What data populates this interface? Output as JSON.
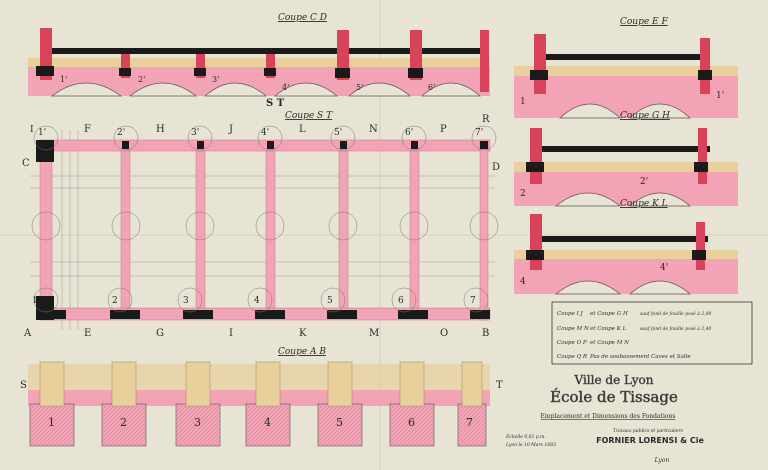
{
  "colors": {
    "paper": "#e8e4d4",
    "pink": "#f2a3b5",
    "red": "#d9435a",
    "black": "#1a1a1a",
    "ochre": "#e9cf9c",
    "line": "#555555"
  },
  "sections": {
    "cd": "Coupe  C D",
    "ef": "Coupe  E F",
    "gh": "Coupe  G H",
    "kl": "Coupe  K L",
    "st": "Coupe  S T",
    "ab": "Coupe  A B"
  },
  "axis_letters_top": [
    "F",
    "H",
    "J",
    "L",
    "N",
    "P",
    "R"
  ],
  "axis_letters_bottom": [
    "A",
    "E",
    "G",
    "I",
    "K",
    "M",
    "O",
    "B"
  ],
  "axis_side": {
    "c": "C",
    "d": "D",
    "s": "S",
    "t": "T",
    "i": "I"
  },
  "grid_primes": [
    "1'",
    "2'",
    "3'",
    "4'",
    "5'",
    "6'",
    "7'"
  ],
  "grid_numbers": [
    "1",
    "2",
    "3",
    "4",
    "5",
    "6",
    "7"
  ],
  "legend": [
    {
      "coupe": "Coupe  I J",
      "eq": "et Coupe  G H",
      "note": "sauf fond de fouille posé à 2,00"
    },
    {
      "coupe": "Coupe  M N",
      "eq": "et Coupe  K L",
      "note": "sauf fond de fouille posé à 2,40"
    },
    {
      "coupe": "Coupe  O P",
      "eq": "et Coupe  M N",
      "note": ""
    },
    {
      "coupe": "Coupe  Q R",
      "eq": "Pas de soubassement Caves et Salle",
      "note": ""
    }
  ],
  "title": {
    "line1": "Ville de Lyon",
    "line2": "École de Tissage",
    "subtitle": "Emplacement et Dimensions des Fondations"
  },
  "contractor": {
    "line1": "Travaux publics et particuliers",
    "name": "FORNIER LORENSI & Cie",
    "line3": "Lyon"
  },
  "scale_note": {
    "line1": "Échelle 0,02 p.m.",
    "line2": "Lyon le 10 Mars 1883"
  }
}
